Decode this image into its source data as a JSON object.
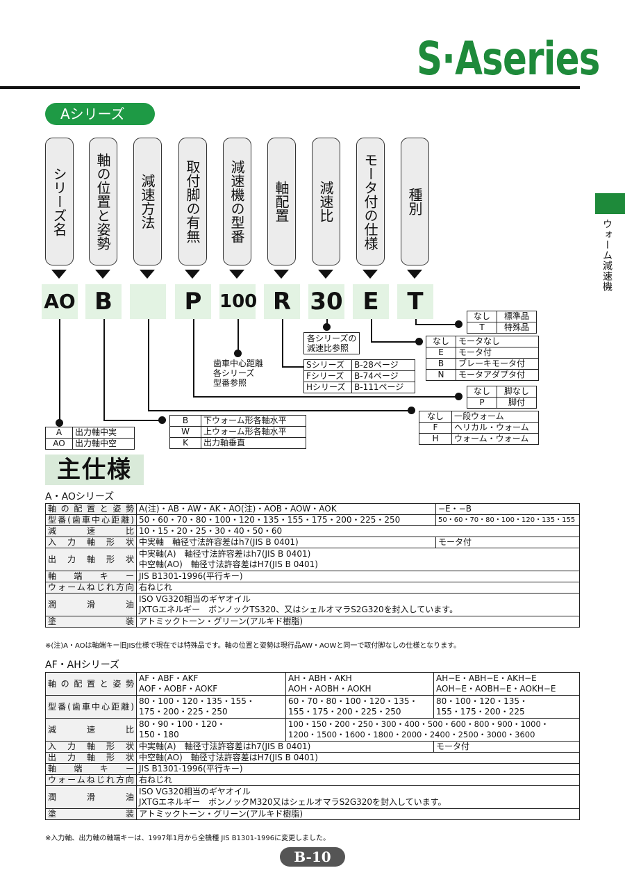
{
  "brand": "S·Aseries",
  "side_tab": "ウォーム減速機",
  "series_pill": "Aシリーズ",
  "cards": [
    "シリーズ名",
    "軸の位置と姿勢",
    "減速方法",
    "取付脚の有無",
    "減速機の型番",
    "軸配置",
    "減速比",
    "モータ付の仕様",
    "種別"
  ],
  "codes": [
    "AO",
    "B",
    "",
    "P",
    "100",
    "R",
    "30",
    "E",
    "T"
  ],
  "legend": {
    "type": [
      [
        "なし",
        "標準品"
      ],
      [
        "T",
        "特殊品"
      ]
    ],
    "ratio_note": "各シリーズの\n減速比参照",
    "motor": [
      [
        "なし",
        "モータなし"
      ],
      [
        "E",
        "モータ付"
      ],
      [
        "B",
        "ブレーキモータ付"
      ],
      [
        "N",
        "モータアダプタ付"
      ]
    ],
    "center_note": "歯車中心距離\n各シリーズ\n型番参照",
    "shaft_arr": [
      [
        "Sシリーズ",
        "B-28ページ"
      ],
      [
        "Fシリーズ",
        "B-74ページ"
      ],
      [
        "Hシリーズ",
        "B-111ページ"
      ]
    ],
    "foot": [
      [
        "なし",
        "脚なし"
      ],
      [
        "P",
        "脚付"
      ]
    ],
    "method": [
      [
        "なし",
        "一段ウォーム"
      ],
      [
        "F",
        "ヘリカル・ウォーム"
      ],
      [
        "H",
        "ウォーム・ウォーム"
      ]
    ],
    "position": [
      [
        "B",
        "下ウォーム形各軸水平"
      ],
      [
        "W",
        "上ウォーム形各軸水平"
      ],
      [
        "K",
        "出力軸垂直"
      ]
    ],
    "series": [
      [
        "A",
        "出力軸中実"
      ],
      [
        "AO",
        "出力軸中空"
      ]
    ]
  },
  "main_spec_title": "主仕様",
  "a_series": {
    "title": "A・AOシリーズ",
    "rows": [
      {
        "label": "軸の配置と姿勢",
        "v1": "A(注)・AB・AW・AK・AO(注)・AOB・AOW・AOK",
        "v2": "−E・−B"
      },
      {
        "label": "型番(歯車中心距離)",
        "v1": "50・60・70・80・100・120・135・155・175・200・225・250",
        "v2": "50・60・70・80・100・120・135・155"
      },
      {
        "label": "減速比",
        "v1": "10・15・20・25・30・40・50・60"
      },
      {
        "label": "入力軸形状",
        "v1": "中実軸　軸径寸法許容差はh7(JIS B 0401)",
        "v2": "モータ付"
      },
      {
        "label": "出力軸形状",
        "v1": "中実軸(A)　軸径寸法許容差はh7(JIS B 0401)",
        "v1b": "中空軸(AO)　軸径寸法許容差はH7(JIS B 0401)"
      },
      {
        "label": "軸端キー",
        "v1": "JIS B1301-1996(平行キー)"
      },
      {
        "label": "ウォームねじれ方向",
        "v1": "右ねじれ"
      },
      {
        "label": "潤滑油",
        "v1": "ISO VG320相当のギヤオイル",
        "v1b": "JXTGエネルギー　ボンノックTS320、又はシェルオマラS2G320を封入しています。"
      },
      {
        "label": "塗装",
        "v1": "アトミックトーン・グリーン(アルキド樹脂)"
      }
    ],
    "footnote": "※(注)A・AOは軸端キー旧JIS仕様で現在では特殊品です。軸の位置と姿勢は現行品AW・AOWと同一で取付脚なしの仕様となります。"
  },
  "af_series": {
    "title": "AF・AHシリーズ",
    "rows": [
      {
        "label": "軸の配置と姿勢",
        "c1": "AF・ABF・AKF",
        "c1b": "AOF・AOBF・AOKF",
        "c2": "AH・ABH・AKH",
        "c2b": "AOH・AOBH・AOKH",
        "c3": "AH−E・ABH−E・AKH−E",
        "c3b": "AOH−E・AOBH−E・AOKH−E"
      },
      {
        "label": "型番(歯車中心距離)",
        "c1": "80・100・120・135・155・",
        "c1b": "175・200・225・250",
        "c2": "60・70・80・100・120・135・",
        "c2b": "155・175・200・225・250",
        "c3": "80・100・120・135・",
        "c3b": "155・175・200・225"
      },
      {
        "label": "減速比",
        "c1": "80・90・100・120・",
        "c1b": "150・180",
        "c2": "100・150・200・250・300・400・500・600・800・900・1000・",
        "c2b": "1200・1500・1600・1800・2000・2400・2500・3000・3600"
      },
      {
        "label": "入力軸形状",
        "v1": "中実軸(A)　軸径寸法許容差はh7(JIS B 0401)",
        "v2": "モータ付"
      },
      {
        "label": "出力軸形状",
        "v1": "中空軸(AO)　軸径寸法許容差はH7(JIS B 0401)"
      },
      {
        "label": "軸端キー",
        "v1": "JIS B1301-1996(平行キー)"
      },
      {
        "label": "ウォームねじれ方向",
        "v1": "右ねじれ"
      },
      {
        "label": "潤滑油",
        "v1": "ISO VG320相当のギヤオイル",
        "v1b": "JXTGエネルギー　ボンノックM320又はシェルオマラS2G320を封入しています。"
      },
      {
        "label": "塗装",
        "v1": "アトミックトーン・グリーン(アルキド樹脂)"
      }
    ],
    "footnote": "※入力軸、出力軸の軸端キーは、1997年1月から全機種 JIS B1301-1996に変更しました。"
  },
  "page_number": "B-10"
}
